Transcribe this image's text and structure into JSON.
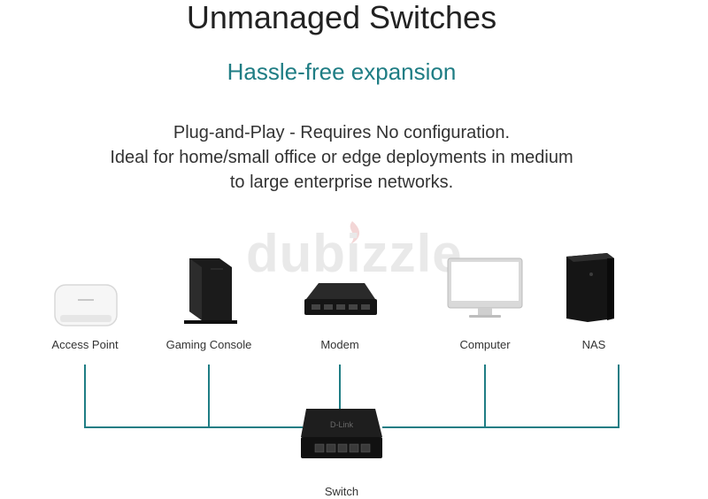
{
  "header": {
    "title": "Unmanaged Switches",
    "subtitle": "Hassle-free expansion"
  },
  "description": {
    "lines": [
      "Plug-and-Play - Requires No configuration.",
      "Ideal for home/small office or edge deployments in medium",
      "to large enterprise networks."
    ]
  },
  "devices": [
    {
      "label": "Access Point",
      "icon": "access-point-icon"
    },
    {
      "label": "Gaming Console",
      "icon": "gaming-console-icon"
    },
    {
      "label": "Modem",
      "icon": "modem-icon"
    },
    {
      "label": "Computer",
      "icon": "computer-monitor-icon"
    },
    {
      "label": "NAS",
      "icon": "nas-icon"
    }
  ],
  "switch": {
    "label": "Switch",
    "icon": "network-switch-icon",
    "brand_text": "D-Link"
  },
  "watermark": {
    "text": "dubizzle"
  },
  "colors": {
    "accent": "#1f7d84",
    "line": "#1f7d84",
    "title": "#222222",
    "watermark": "#e9e9e9"
  }
}
